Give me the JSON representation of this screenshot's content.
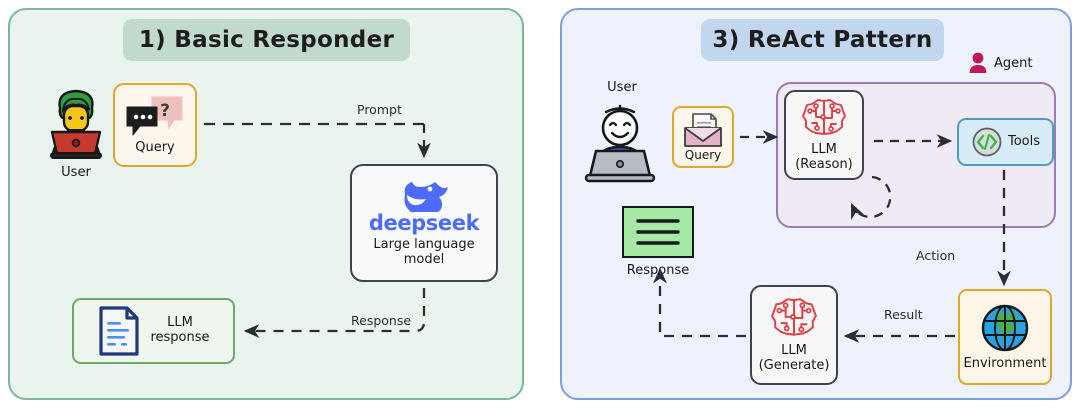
{
  "panels": {
    "basic": {
      "title": "1) Basic Responder",
      "accent": "#7cb79a",
      "background": "#eaf4ef",
      "title_pill_color": "#c2d9cd",
      "nodes": {
        "user_label": "User",
        "query_label": "Query",
        "deepseek_wordmark": "deepseek",
        "deepseek_sub": "Large language\nmodel",
        "llm_response_label": "LLM\nresponse"
      },
      "edges": {
        "prompt": "Prompt",
        "response": "Response"
      },
      "icons": {
        "user": "user-with-laptop-icon",
        "query": "chat-bubbles-question-icon",
        "deepseek": "deepseek-whale-icon",
        "llm_response": "document-icon"
      }
    },
    "react": {
      "title": "3) ReAct Pattern",
      "accent": "#7b9fe0",
      "background": "#eef2fc",
      "title_pill_color": "#c3d6ef",
      "agent_group_label": "Agent",
      "agent_group_color": "#9b7bb5",
      "nodes": {
        "user_label": "User",
        "query_label": "Query",
        "llm_reason_label": "LLM\n(Reason)",
        "tools_label": "Tools",
        "environment_label": "Environment",
        "llm_generate_label": "LLM\n(Generate)",
        "response_label": "Response"
      },
      "edges": {
        "action": "Action",
        "result": "Result"
      },
      "icons": {
        "user": "stick-figure-with-laptop-icon",
        "query": "envelope-document-icon",
        "agent": "person-icon",
        "llm_reason": "circuit-brain-icon",
        "tools": "code-brackets-icon",
        "environment": "globe-icon",
        "llm_generate": "circuit-brain-icon",
        "response": "document-lines-icon",
        "self_loop": "loop-arrow-icon"
      }
    }
  },
  "colors": {
    "deepseek_blue": "#4d6bfe",
    "brain_red": "#e0404a",
    "agent_crimson": "#c2185b",
    "tools_green": "#3cb54a",
    "query_amber": "#e0a72e",
    "response_green": "#a4eaa4",
    "globe_blue": "#2aa3e0",
    "globe_green": "#4caf50",
    "arrow_dark": "#2a2d31"
  }
}
